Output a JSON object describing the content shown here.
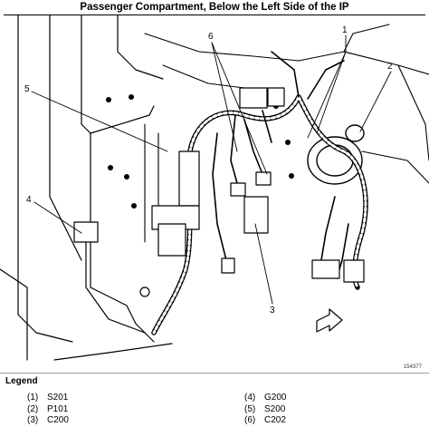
{
  "title": "Passenger Compartment, Below the Left Side of the IP",
  "figure_code": "154377",
  "callouts": [
    "1",
    "2",
    "3",
    "4",
    "5",
    "6"
  ],
  "legend": {
    "heading": "Legend",
    "left": [
      {
        "num": "(1)",
        "label": "S201"
      },
      {
        "num": "(2)",
        "label": "P101"
      },
      {
        "num": "(3)",
        "label": "C200"
      }
    ],
    "right": [
      {
        "num": "(4)",
        "label": "G200"
      },
      {
        "num": "(5)",
        "label": "S200"
      },
      {
        "num": "(6)",
        "label": "C202"
      }
    ]
  }
}
